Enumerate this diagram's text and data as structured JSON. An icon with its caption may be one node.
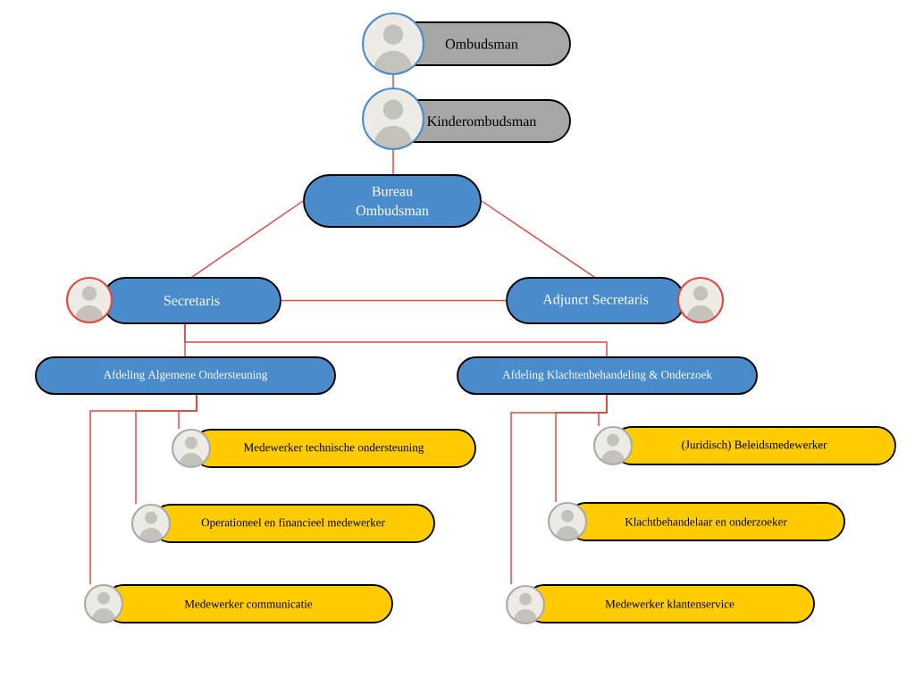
{
  "diagram": {
    "nodes": [
      {
        "text": [
          "Ombudsman"
        ]
      },
      {
        "text": [
          "Kinderombudsman"
        ]
      },
      {
        "text": [
          "Bureau Ombudsman"
        ]
      },
      {
        "text": [
          "Secretaris"
        ]
      },
      {
        "text": [
          "Adjunct Secretaris"
        ]
      },
      {
        "text": [
          "Afdeling Algemene Ondersteuning"
        ]
      },
      {
        "text": [
          "Afdeling Klachtenbehandeling & Onderzoek"
        ]
      },
      {
        "text": [
          "Medewerker technische ondersteuning"
        ]
      },
      {
        "text": [
          "Operationeel en financieel medewerker"
        ]
      },
      {
        "text": [
          "Medewerker communicatie"
        ]
      },
      {
        "text": [
          "(Juridisch) Beleidsmedewerker"
        ]
      },
      {
        "text": [
          "Klachtbehandelaar en onderzoeker"
        ]
      },
      {
        "text": [
          "Medewerker klantenservice"
        ]
      }
    ],
    "edges": [
      {
        "from": 0,
        "to": 1,
        "arrow": "none"
      },
      {
        "from": 1,
        "to": 2,
        "arrow": "none"
      },
      {
        "from": 2,
        "to": 3,
        "arrow": "none"
      },
      {
        "from": 2,
        "to": 4,
        "arrow": "none"
      },
      {
        "from": 3,
        "to": 4,
        "arrow": "none"
      },
      {
        "from": 3,
        "to": 5,
        "arrow": "none"
      },
      {
        "from": 3,
        "to": 6,
        "arrow": "none"
      },
      {
        "from": 5,
        "to": 7,
        "arrow": "none"
      },
      {
        "from": 5,
        "to": 8,
        "arrow": "none"
      },
      {
        "from": 5,
        "to": 9,
        "arrow": "none"
      },
      {
        "from": 6,
        "to": 10,
        "arrow": "none"
      },
      {
        "from": 6,
        "to": 11,
        "arrow": "none"
      },
      {
        "from": 6,
        "to": 12,
        "arrow": "none"
      }
    ]
  }
}
